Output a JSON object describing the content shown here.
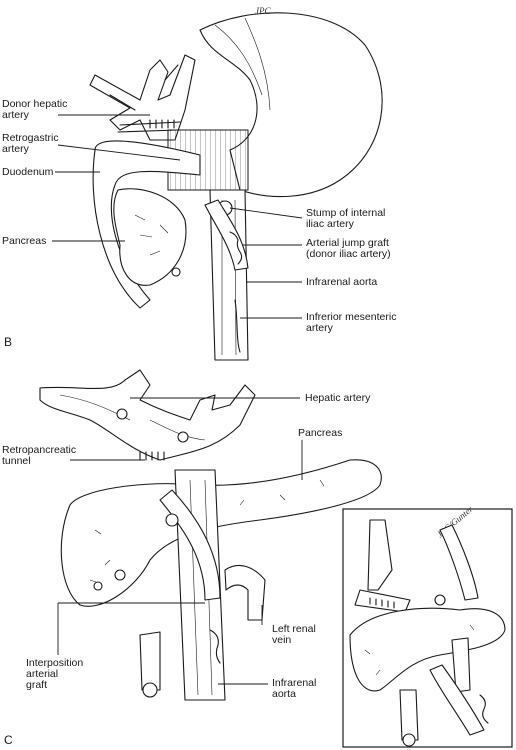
{
  "panel_b": {
    "letter": "B",
    "signature": "JPC",
    "labels": {
      "donor_hepatic_artery": [
        "Donor hepatic",
        "artery"
      ],
      "retrogastric_artery": [
        "Retrogastric",
        "artery"
      ],
      "duodenum": [
        "Duodenum"
      ],
      "pancreas": [
        "Pancreas"
      ],
      "stump_internal_iliac": [
        "Stump of internal",
        "iliac artery"
      ],
      "arterial_jump_graft": [
        "Arterial jump graft",
        "(donor iliac artery)"
      ],
      "infrarenal_aorta": [
        "Infrarenal aorta"
      ],
      "inferior_mesenteric": [
        "Infrerior mesenteric",
        "artery"
      ]
    }
  },
  "panel_c": {
    "letter": "C",
    "signature": "JPC/Gunter",
    "labels": {
      "hepatic_artery": [
        "Hepatic artery"
      ],
      "pancreas": [
        "Pancreas"
      ],
      "retropancreatic_tunnel": [
        "Retropancreatic",
        "tunnel"
      ],
      "left_renal_vein": [
        "Left renal",
        "vein"
      ],
      "interposition_graft": [
        "Interposition",
        "arterial",
        "graft"
      ],
      "infrarenal_aorta": [
        "Infrarenal",
        "aorta"
      ]
    }
  }
}
